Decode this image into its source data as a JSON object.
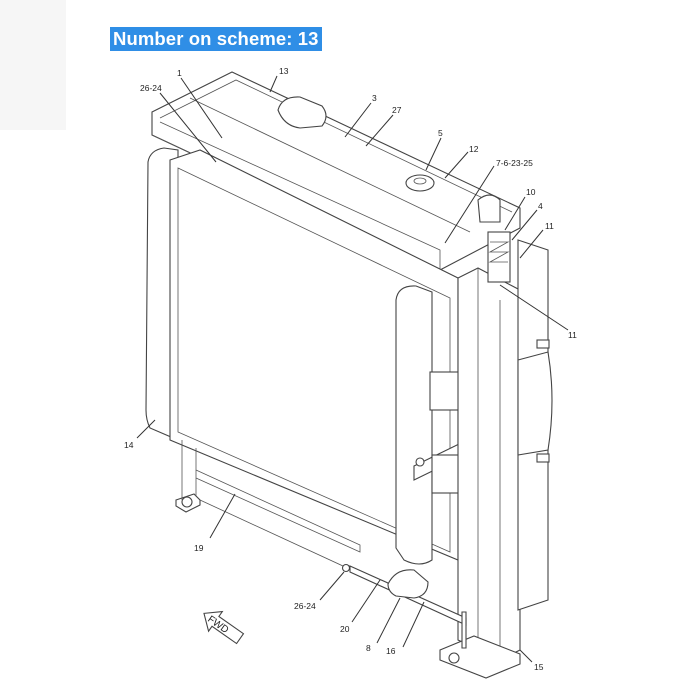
{
  "header": {
    "scheme_label": "Number on scheme: 13",
    "badge_color": "#2f8ee6"
  },
  "diagram": {
    "subject": "radiator-assembly",
    "direction_arrow": "FWD",
    "callouts": [
      {
        "id": "c1",
        "label": "1"
      },
      {
        "id": "c13",
        "label": "13"
      },
      {
        "id": "c26-24-top",
        "label": "26-24"
      },
      {
        "id": "c3",
        "label": "3"
      },
      {
        "id": "c27",
        "label": "27"
      },
      {
        "id": "c5",
        "label": "5"
      },
      {
        "id": "c12",
        "label": "12"
      },
      {
        "id": "c7-6-23-25",
        "label": "7-6-23-25"
      },
      {
        "id": "c10",
        "label": "10"
      },
      {
        "id": "c4",
        "label": "4"
      },
      {
        "id": "c11-top",
        "label": "11"
      },
      {
        "id": "c11-mid",
        "label": "11"
      },
      {
        "id": "c14",
        "label": "14"
      },
      {
        "id": "c19",
        "label": "19"
      },
      {
        "id": "c26-24-bottom",
        "label": "26-24"
      },
      {
        "id": "c20",
        "label": "20"
      },
      {
        "id": "c8",
        "label": "8"
      },
      {
        "id": "c16",
        "label": "16"
      },
      {
        "id": "c15",
        "label": "15"
      }
    ]
  }
}
